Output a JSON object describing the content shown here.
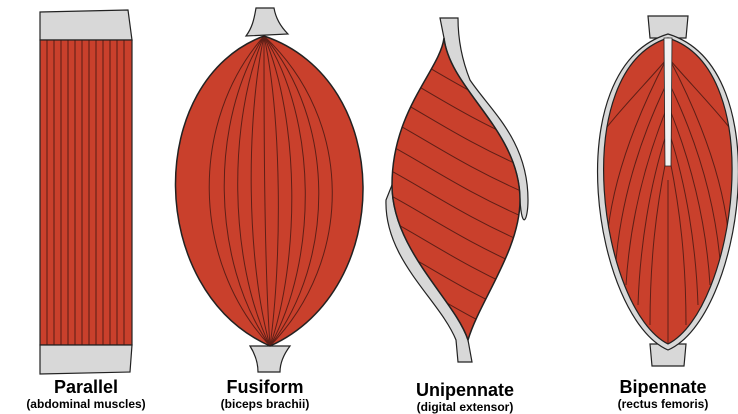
{
  "colors": {
    "muscle_fill": "#C9402C",
    "muscle_fiber": "#3a1410",
    "tendon_fill": "#d8d8d8",
    "outline": "#222222",
    "background": "#ffffff"
  },
  "muscles": [
    {
      "name": "Parallel",
      "example": "(abdominal muscles)"
    },
    {
      "name": "Fusiform",
      "example": "(biceps brachii)"
    },
    {
      "name": "Unipennate",
      "example": "(digital extensor)"
    },
    {
      "name": "Bipennate",
      "example": "(rectus femoris)"
    }
  ]
}
